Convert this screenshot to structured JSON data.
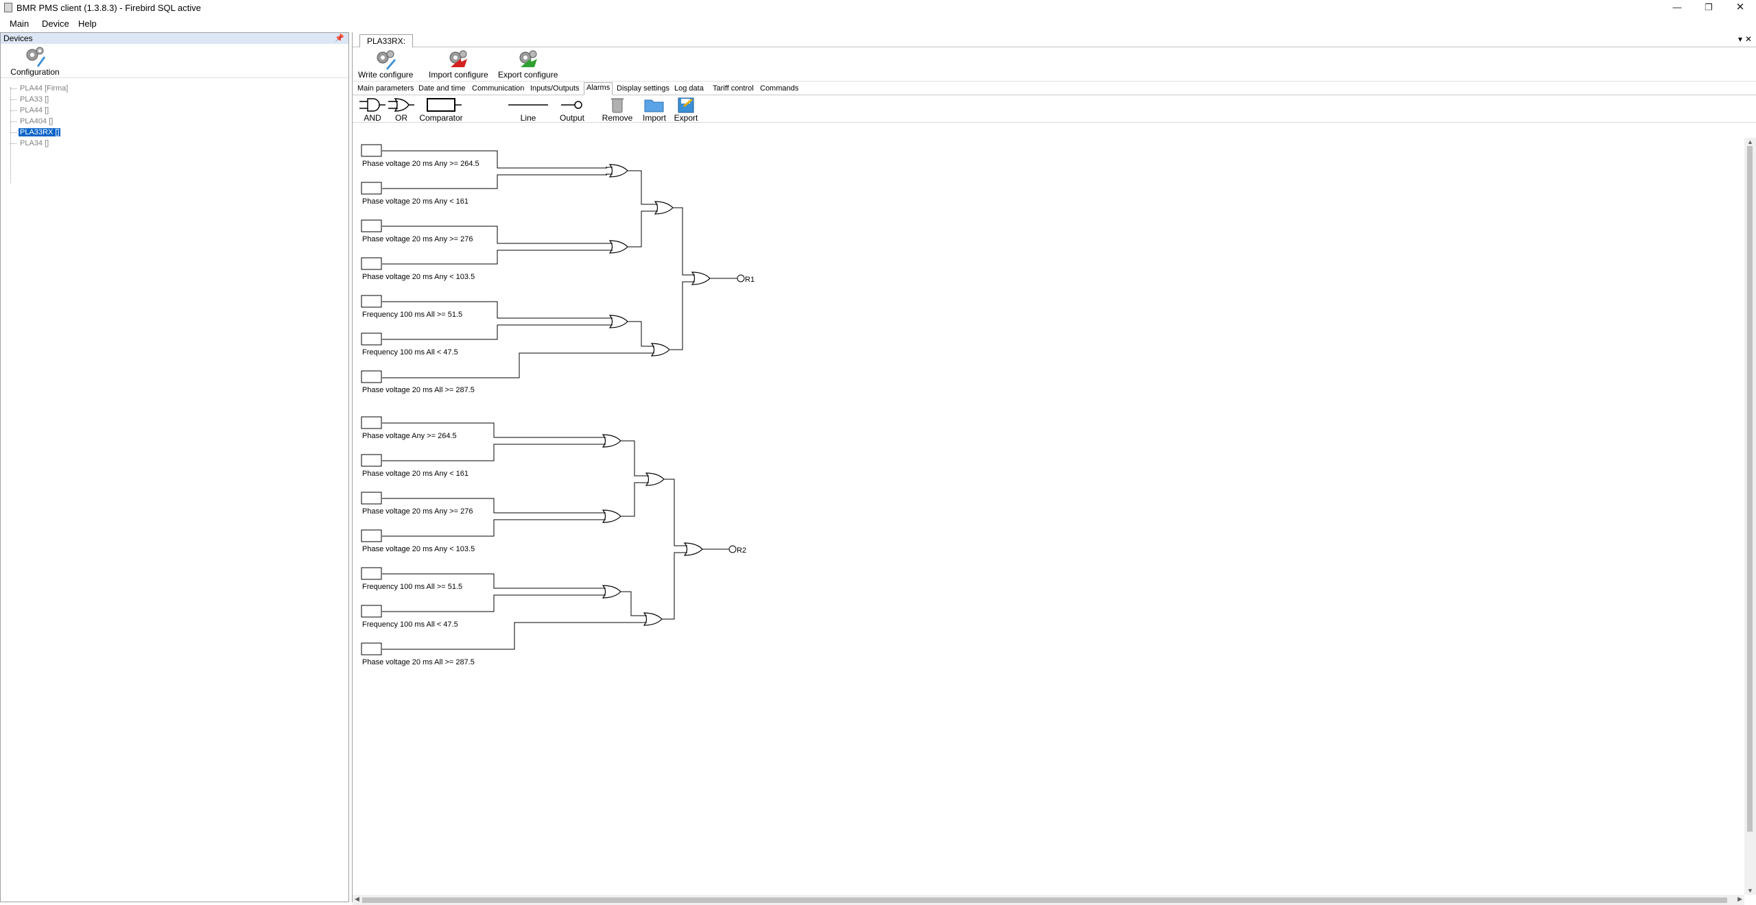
{
  "window": {
    "title": "BMR PMS client (1.3.8.3) - Firebird SQL active"
  },
  "menu": [
    "Main",
    "Device",
    "Help"
  ],
  "devices_panel": {
    "title": "Devices",
    "config_label": "Configuration",
    "tree": [
      "PLA44 [Firma]",
      "PLA33 []",
      "PLA44 []",
      "PLA404 []",
      "PLA33RX []",
      "PLA34 []"
    ],
    "selected_index": 4
  },
  "document": {
    "tab_label": "PLA33RX:",
    "toolbar": {
      "write": "Write configure",
      "import": "Import configure",
      "export": "Export configure"
    },
    "tabs": [
      "Main parameters",
      "Date and time",
      "Communication",
      "Inputs/Outputs",
      "Alarms",
      "Display settings",
      "Log data",
      "Tariff control",
      "Commands"
    ],
    "active_tab": "Alarms",
    "alarm_tools": [
      "AND",
      "OR",
      "Comparator",
      "Line",
      "Output",
      "Remove",
      "Import",
      "Export"
    ]
  },
  "diagram": {
    "group1": {
      "inputs": [
        "Phase voltage 20 ms Any >= 264.5",
        "Phase voltage 20 ms Any < 161",
        "Phase voltage 20 ms Any >= 276",
        "Phase voltage 20 ms Any < 103.5",
        "Frequency 100 ms All >= 51.5",
        "Frequency 100 ms All < 47.5",
        "Phase voltage 20 ms All >= 287.5"
      ],
      "output": "R1"
    },
    "group2": {
      "inputs": [
        "Phase voltage Any >= 264.5",
        "Phase voltage 20 ms Any < 161",
        "Phase voltage 20 ms Any >= 276",
        "Phase voltage 20 ms Any < 103.5",
        "Frequency 100 ms All >= 51.5",
        "Frequency 100 ms All < 47.5",
        "Phase voltage 20 ms All >= 287.5"
      ],
      "output": "R2"
    }
  },
  "colors": {
    "selection": "#0a64c8",
    "panel_header": "#dce6f4"
  }
}
